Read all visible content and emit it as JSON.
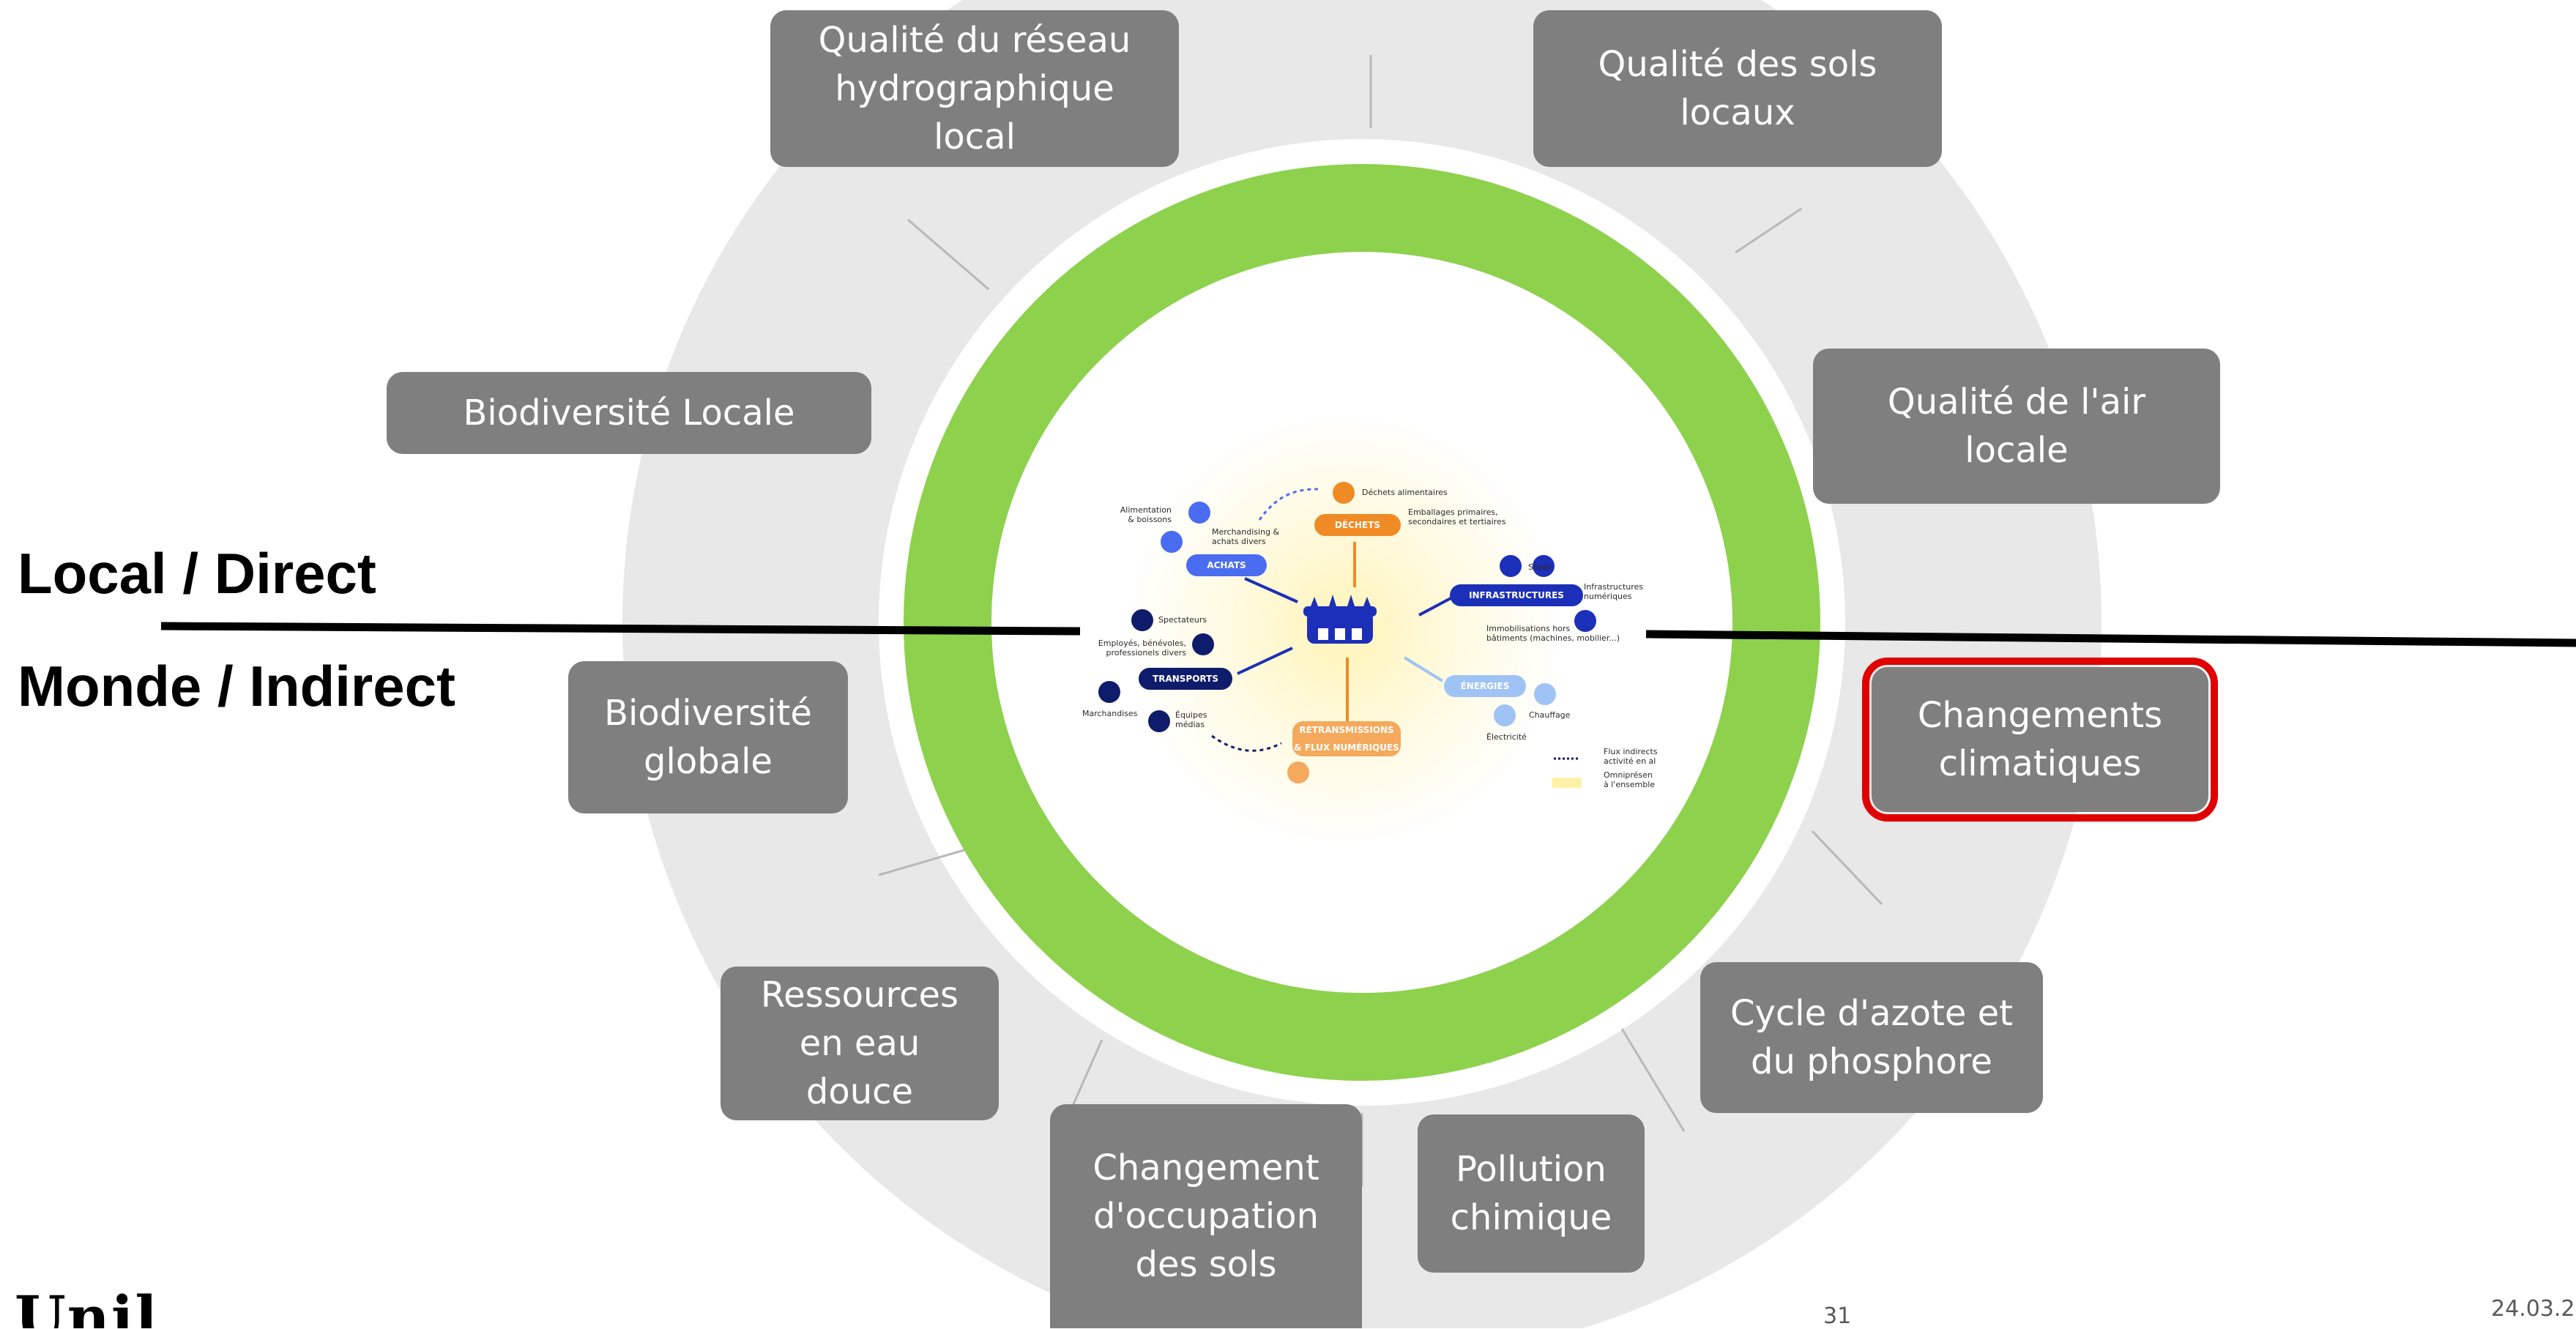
{
  "diagram": {
    "colors": {
      "ring_green": "#8dd14d",
      "ring_grey": "#e6e6e6",
      "box_fill": "#7f7f7f",
      "box_text": "#ffffff",
      "highlight": "#e00000",
      "divider": "#000000"
    },
    "axis_labels": {
      "top": "Local / Direct",
      "bottom": "Monde / Indirect"
    },
    "boundaries": [
      {
        "id": "qualite-reseau-hydro",
        "label": "Qualité du réseau\nhydrographique\nlocal",
        "highlighted": false
      },
      {
        "id": "qualite-sols",
        "label": "Qualité des sols\nlocaux",
        "highlighted": false
      },
      {
        "id": "biodiversite-locale",
        "label": "Biodiversité Locale",
        "highlighted": false
      },
      {
        "id": "qualite-air",
        "label": "Qualité de l'air\nlocale",
        "highlighted": false
      },
      {
        "id": "biodiversite-globale",
        "label": "Biodiversité\nglobale",
        "highlighted": false
      },
      {
        "id": "changements-climatiques",
        "label": "Changements\nclimatiques",
        "highlighted": true
      },
      {
        "id": "ressources-eau",
        "label": "Ressources\nen eau\ndouce",
        "highlighted": false
      },
      {
        "id": "cycle-azote",
        "label": "Cycle d'azote et\ndu phosphore",
        "highlighted": false
      },
      {
        "id": "occupation-sols",
        "label": "Changement\nd'occupation\ndes sols",
        "highlighted": false
      },
      {
        "id": "pollution-chimique",
        "label": "Pollution\nchimique",
        "highlighted": false
      }
    ],
    "center_infographic": {
      "hub_icon": "stadium-icon",
      "categories": [
        {
          "label": "DÉCHETS",
          "color": "#f08a24"
        },
        {
          "label": "ACHATS",
          "color": "#4a6cf0"
        },
        {
          "label": "INFRASTRUCTURES",
          "color": "#1c2fb8"
        },
        {
          "label": "TRANSPORTS",
          "color": "#0f1c6b"
        },
        {
          "label": "ÉNERGIES",
          "color": "#9fc3f5"
        },
        {
          "label": "RETRANSMISSIONS\n& FLUX NUMÉRIQUES",
          "color": "#f4a95c"
        }
      ],
      "items": [
        "Déchets alimentaires",
        "Emballages primaires,\nsecondaires et tertiaires",
        "Alimentation\n& boissons",
        "Merchandising &\nachats divers",
        "Stade",
        "Infrastructures\nnumériques",
        "Immobilisations hors\nbâtiments (machines, mobilier...)",
        "Spectateurs",
        "Employés, bénévoles,\nprofessionels divers",
        "Marchandises",
        "Équipes\nmédias",
        "Chauffage",
        "Électricité",
        "Flux indirects\nactivité en al",
        "Omniprésen\nà l'ensemble"
      ]
    }
  },
  "footer": {
    "page_number": "31",
    "date": "24.03.2",
    "logo_text": "Unil"
  }
}
